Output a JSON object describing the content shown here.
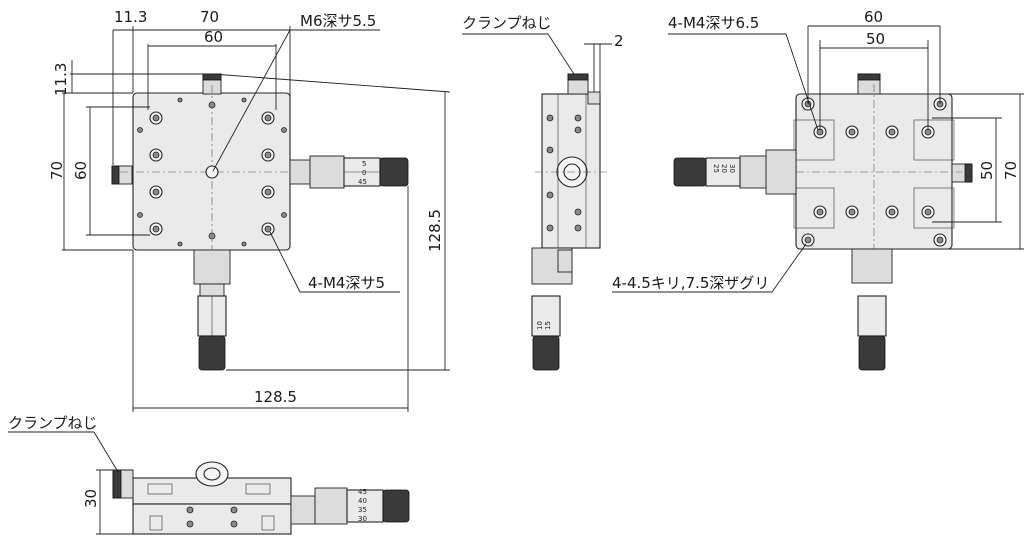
{
  "top_view": {
    "dim_offset": "11.3",
    "dim_width_outer": "70",
    "dim_width_inner": "60",
    "dim_offset_v": "11.3",
    "dim_height_outer": "70",
    "dim_height_inner": "60",
    "dim_total_h": "128.5",
    "dim_total_w": "128.5",
    "label_center_hole": "M6深サ5.5",
    "label_tapped_holes": "4-M4深サ5"
  },
  "side_view": {
    "label_clamp": "クランプねじ",
    "dim_gap": "2"
  },
  "bottom_view": {
    "label_tapped": "4-M4深サ6.5",
    "label_counterbore": "4-4.5キリ,7.5深ザグリ",
    "dim_width_outer": "60",
    "dim_width_inner": "50",
    "dim_height_inner": "50",
    "dim_height_outer": "70"
  },
  "front_view": {
    "label_clamp": "クランプねじ",
    "dim_height": "30"
  },
  "micrometer_scale": {
    "a": "5",
    "b": "0",
    "c": "45",
    "d": "20",
    "e": "25",
    "f": "30",
    "g": "40",
    "h": "35",
    "i": "10",
    "j": "15"
  }
}
